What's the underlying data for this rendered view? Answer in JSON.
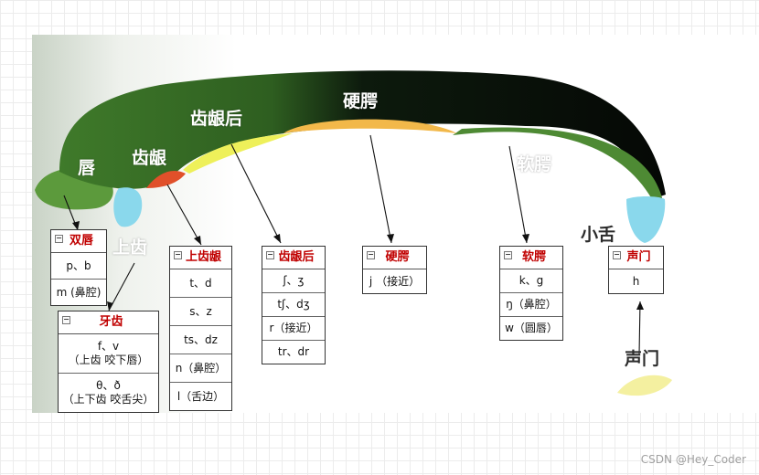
{
  "anatomy_labels": {
    "lips": "唇",
    "alveolar": "齿龈",
    "postalveolar": "齿龈后",
    "hard_palate": "硬腭",
    "soft_palate": "软腭",
    "upper_teeth": "上齿",
    "uvula": "小舌",
    "glottis": "声门"
  },
  "boxes": {
    "bilabial": {
      "title": "双唇",
      "rows": [
        "p、b",
        "m (鼻腔)"
      ]
    },
    "teeth": {
      "title": "牙齿",
      "rows": [
        "f、v\n（上齿 咬下唇）",
        "θ、ð\n（上下齿 咬舌尖）"
      ]
    },
    "upper_alveolar": {
      "title": "上齿龈",
      "rows": [
        "t、d",
        "s、z",
        "ts、dz",
        "n（鼻腔）",
        "l（舌边）"
      ]
    },
    "postalveolar": {
      "title": "齿龈后",
      "rows": [
        "ʃ、ʒ",
        "tʃ、dʒ",
        "r（接近）",
        "tr、dr"
      ]
    },
    "hard_palate": {
      "title": "硬腭",
      "rows": [
        "j （接近）"
      ]
    },
    "soft_palate": {
      "title": "软腭",
      "rows": [
        "k、g",
        "ŋ（鼻腔）",
        "w（圆唇）"
      ]
    },
    "glottis": {
      "title": "声门",
      "rows": [
        "h"
      ]
    }
  },
  "collapse_symbol": "−",
  "watermark": "CSDN @Hey_Coder",
  "colors": {
    "palate_dark": "#0d1a0d",
    "palate_green": "#3f7a2a",
    "lip_green": "#5c9a3c",
    "teeth_blue": "#8ad8ec",
    "alveolar_red": "#e0502a",
    "postalveolar_yellow": "#eef05a",
    "hard_palate_orange": "#f2b84a",
    "glottis_yellow": "#f4f0a0",
    "title_red": "#c00000"
  }
}
